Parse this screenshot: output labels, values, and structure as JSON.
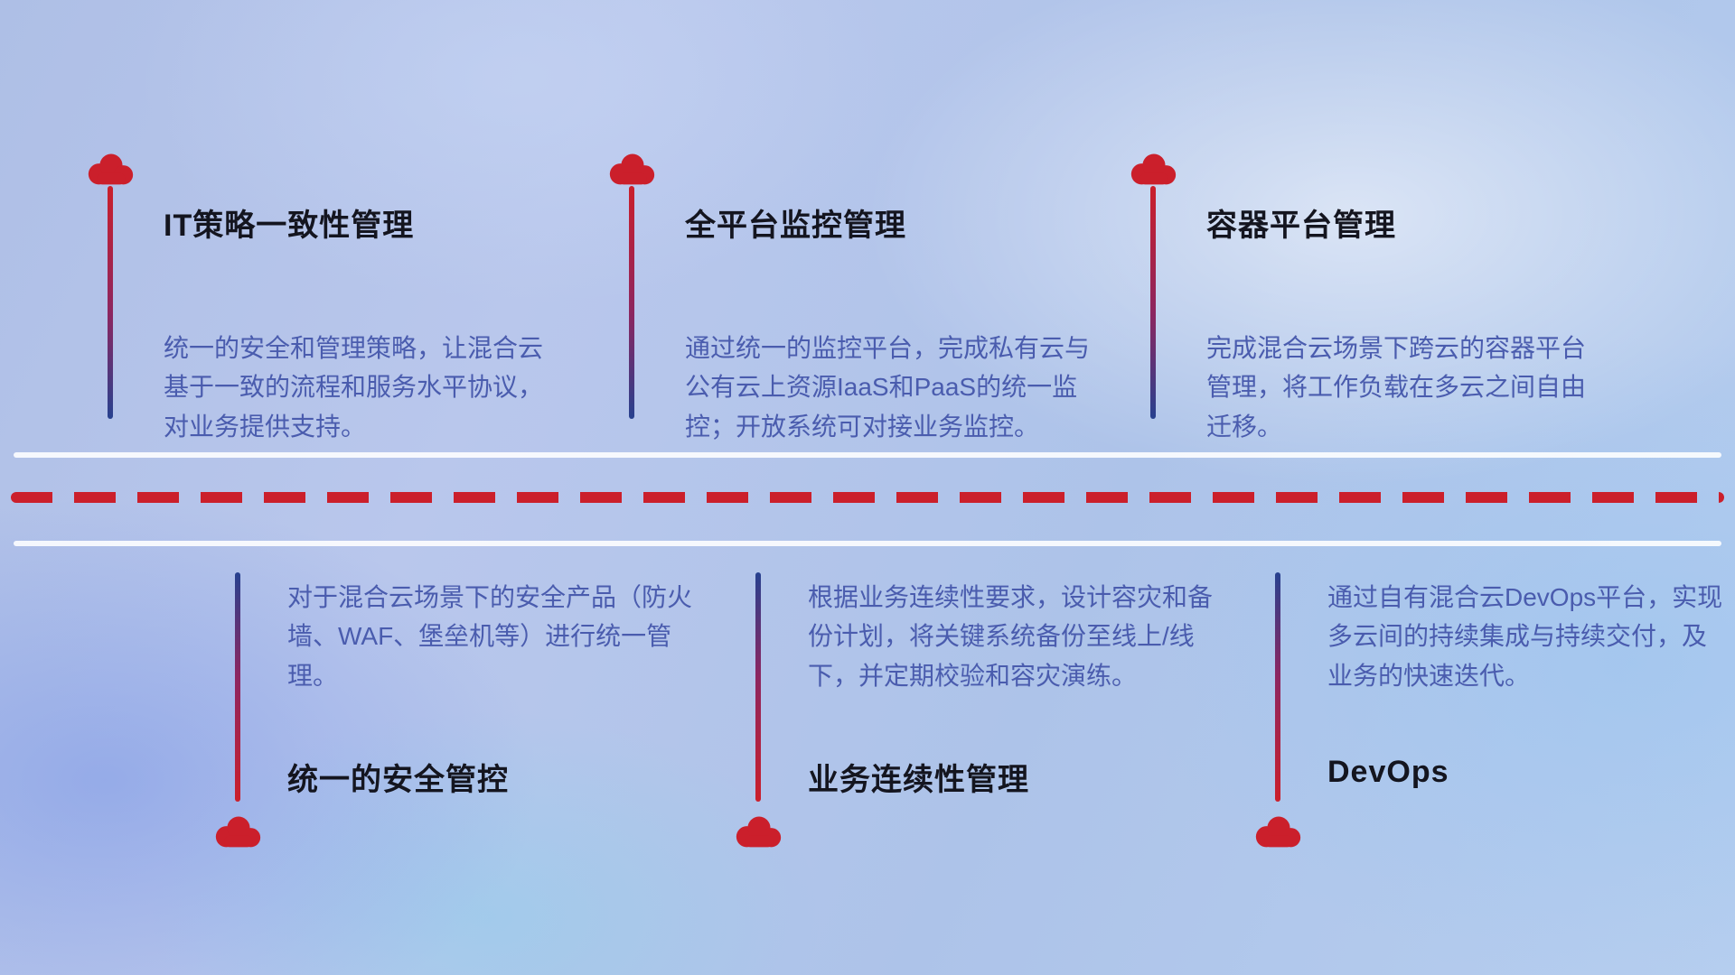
{
  "colors": {
    "accent_red": "#cb1f2b",
    "accent_blue": "#27418f",
    "title_text": "#14151f",
    "description_text": "#4a5cae",
    "rail_white": "#ffffff"
  },
  "icons": {
    "cloud": "cloud-icon"
  },
  "top_items": [
    {
      "title": "IT策略一致性管理",
      "description": "统一的安全和管理策略，让混合云基于一致的流程和服务水平协议，对业务提供支持。"
    },
    {
      "title": "全平台监控管理",
      "description": "通过统一的监控平台，完成私有云与公有云上资源IaaS和PaaS的统一监控；开放系统可对接业务监控。"
    },
    {
      "title": "容器平台管理",
      "description": "完成混合云场景下跨云的容器平台管理，将工作负载在多云之间自由迁移。"
    }
  ],
  "bottom_items": [
    {
      "title": "统一的安全管控",
      "description": "对于混合云场景下的安全产品（防火墙、WAF、堡垒机等）进行统一管理。"
    },
    {
      "title": "业务连续性管理",
      "description": "根据业务连续性要求，设计容灾和备份计划，将关键系统备份至线上/线下，并定期校验和容灾演练。"
    },
    {
      "title": "DevOps",
      "description": "通过自有混合云DevOps平台，实现多云间的持续集成与持续交付，及业务的快速迭代。"
    }
  ]
}
